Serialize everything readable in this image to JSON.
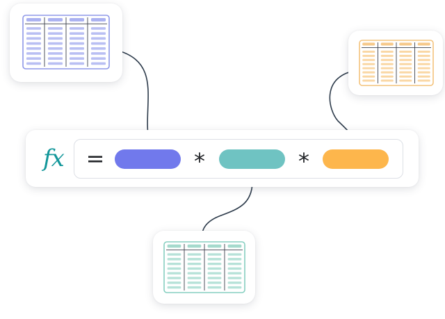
{
  "formula": {
    "fx_label": "fx",
    "equals_sign": "=",
    "operators": [
      "*",
      "*"
    ],
    "operand_colors": [
      "#7179ec",
      "#6fc3c2",
      "#fdb64c"
    ]
  },
  "tables": [
    {
      "name": "purple",
      "color": "#8e97e8",
      "cell_color": "#b9bff3",
      "header_color": "#aab1f1"
    },
    {
      "name": "orange",
      "color": "#f4c37c",
      "cell_color": "#fad7a4",
      "header_color": "#f6c98a"
    },
    {
      "name": "teal",
      "color": "#86cfc0",
      "cell_color": "#b6e2d8",
      "header_color": "#a5dacd"
    }
  ],
  "colors": {
    "fx": "#13979a",
    "connector": "#2c3a4a",
    "operator_text": "#222428"
  }
}
